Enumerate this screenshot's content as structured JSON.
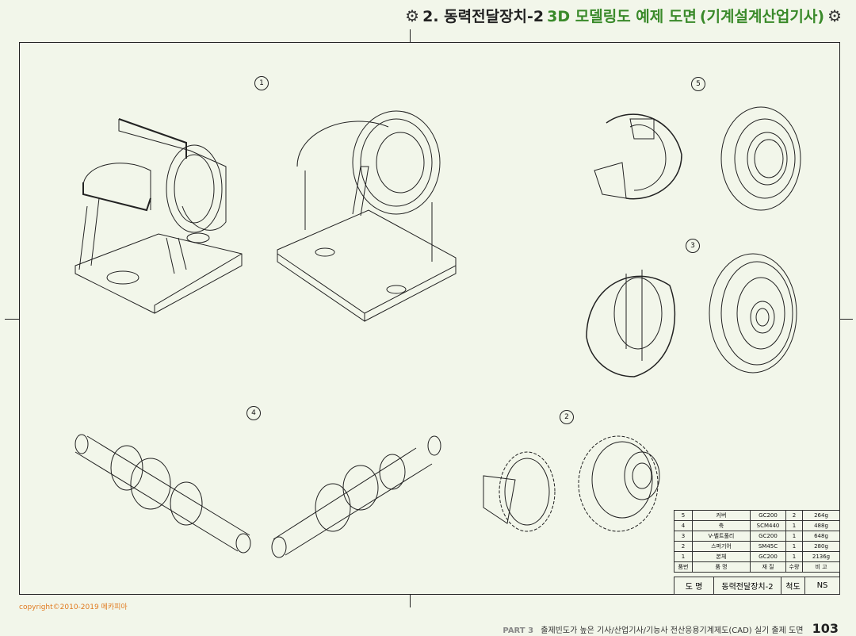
{
  "header": {
    "title_dark": "2. 동력전달장치-2",
    "title_green": "3D 모델링도 예제 도면",
    "title_paren": "(기계설계산업기사)"
  },
  "balloons": [
    "1",
    "5",
    "3",
    "4",
    "2"
  ],
  "parts_table": {
    "rows": [
      [
        "5",
        "커버",
        "GC200",
        "2",
        "264g"
      ],
      [
        "4",
        "축",
        "SCM440",
        "1",
        "488g"
      ],
      [
        "3",
        "V-벨트풀리",
        "GC200",
        "1",
        "648g"
      ],
      [
        "2",
        "스퍼기어",
        "SM45C",
        "1",
        "280g"
      ],
      [
        "1",
        "본체",
        "GC200",
        "1",
        "2136g"
      ]
    ],
    "header": [
      "품번",
      "품 명",
      "재 질",
      "수량",
      "비 고"
    ]
  },
  "title_block": {
    "name_label": "도 명",
    "name_value": "동력전달장치-2",
    "scale_label": "척도",
    "scale_value": "NS"
  },
  "copyright": "copyright©2010-2019 메카피아",
  "footer": {
    "part": "PART 3",
    "text": "출제빈도가 높은 기사/산업기사/기능사 전산응용기계제도(CAD) 실기 출제 도면",
    "page": "103"
  }
}
